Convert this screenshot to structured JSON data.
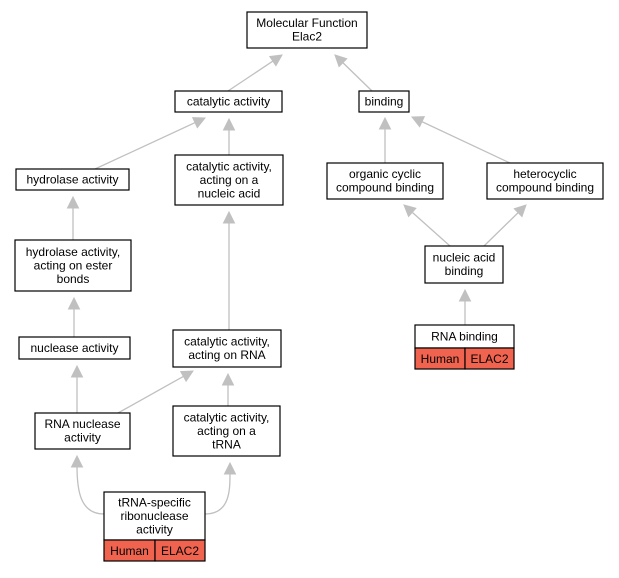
{
  "graph": {
    "nodes": {
      "mf_root": [
        "Molecular Function",
        "Elac2"
      ],
      "catalytic_activity": [
        "catalytic activity"
      ],
      "binding": [
        "binding"
      ],
      "hydrolase_activity": [
        "hydrolase activity"
      ],
      "cat_nucleic_acid": [
        "catalytic activity,",
        "acting on a",
        "nucleic acid"
      ],
      "organic_cyclic": [
        "organic cyclic",
        "compound binding"
      ],
      "heterocyclic": [
        "heterocyclic",
        "compound binding"
      ],
      "hydrolase_ester": [
        "hydrolase activity,",
        "acting on ester",
        "bonds"
      ],
      "nucleic_acid_binding": [
        "nucleic acid",
        "binding"
      ],
      "nuclease_activity": [
        "nuclease activity"
      ],
      "cat_rna": [
        "catalytic activity,",
        "acting on RNA"
      ],
      "rna_binding": [
        "RNA binding"
      ],
      "rna_nuclease": [
        "RNA nuclease",
        "activity"
      ],
      "cat_trna": [
        "catalytic activity,",
        "acting on a",
        "tRNA"
      ],
      "trna_ribonuclease": [
        "tRNA-specific",
        "ribonuclease",
        "activity"
      ]
    },
    "annotations": {
      "rna_binding": [
        "Human",
        "ELAC2"
      ],
      "trna_ribonuclease": [
        "Human",
        "ELAC2"
      ]
    },
    "edges": [
      [
        "catalytic_activity",
        "mf_root"
      ],
      [
        "binding",
        "mf_root"
      ],
      [
        "hydrolase_activity",
        "catalytic_activity"
      ],
      [
        "cat_nucleic_acid",
        "catalytic_activity"
      ],
      [
        "organic_cyclic",
        "binding"
      ],
      [
        "heterocyclic",
        "binding"
      ],
      [
        "hydrolase_ester",
        "hydrolase_activity"
      ],
      [
        "nucleic_acid_binding",
        "organic_cyclic"
      ],
      [
        "nucleic_acid_binding",
        "heterocyclic"
      ],
      [
        "nuclease_activity",
        "hydrolase_ester"
      ],
      [
        "cat_rna",
        "cat_nucleic_acid"
      ],
      [
        "rna_binding",
        "nucleic_acid_binding"
      ],
      [
        "rna_nuclease",
        "nuclease_activity"
      ],
      [
        "rna_nuclease",
        "cat_rna"
      ],
      [
        "cat_trna",
        "cat_rna"
      ],
      [
        "trna_ribonuclease",
        "rna_nuclease"
      ],
      [
        "trna_ribonuclease",
        "cat_trna"
      ]
    ],
    "colors": {
      "edge": "#c0c0c0",
      "box_border": "#000000",
      "box_fill": "#ffffff",
      "annotation_fill": "#f0634f"
    }
  }
}
